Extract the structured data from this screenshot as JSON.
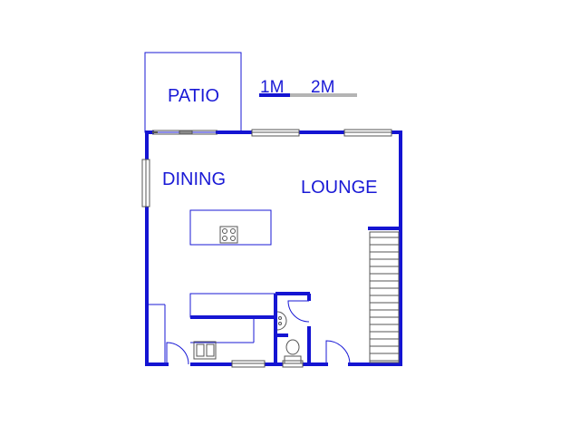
{
  "colors": {
    "wall": "#1414d2",
    "thin_line": "#1a1ad6",
    "scale_primary": "#1414d2",
    "scale_secondary": "#b4b4b4",
    "fixture": "#555555",
    "background": "#ffffff"
  },
  "scale_bar": {
    "label_1": "1M",
    "label_2": "2M"
  },
  "rooms": {
    "patio": "PATIO",
    "dining": "DINING",
    "lounge": "LOUNGE"
  }
}
